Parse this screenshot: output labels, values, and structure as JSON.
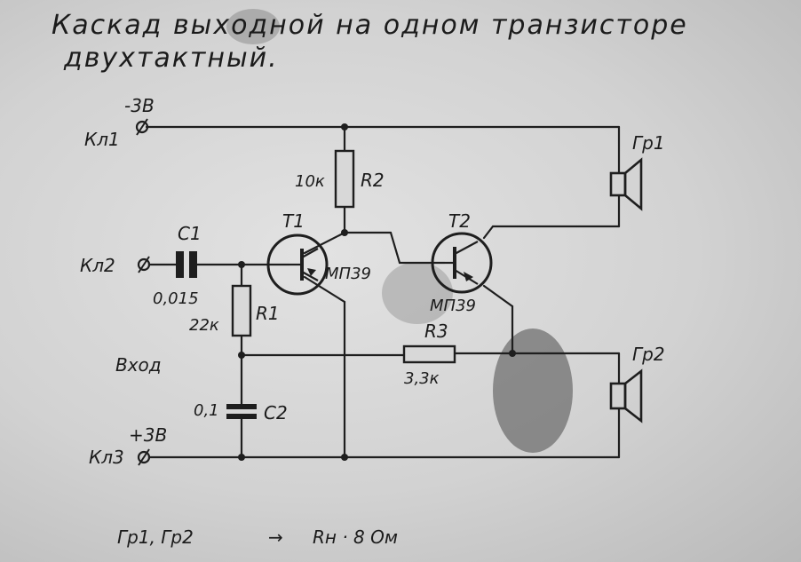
{
  "title": {
    "line1": "Каскад выходной на одном транзисторе",
    "line2": "двухтактный."
  },
  "terminals": {
    "kl1": "Кл1",
    "kl2": "Кл2",
    "kl3": "Кл3",
    "minus_supply": "-3В",
    "plus_supply": "+3В",
    "input": "Вход"
  },
  "components": {
    "r2_label": "R2",
    "r2_value": "10к",
    "r1_label": "R1",
    "r1_value": "22к",
    "r3_label": "R3",
    "r3_value": "3,3к",
    "c1_label": "C1",
    "c1_value": "0,015",
    "c2_label": "C2",
    "c2_value": "0,1",
    "t1_label": "T1",
    "t1_type": "МП39",
    "t2_label": "T2",
    "t2_type": "МП39",
    "gr1_label": "Гр1",
    "gr2_label": "Гр2"
  },
  "footnote": {
    "speakers": "Гр1, Гр2",
    "arrow": "→",
    "load": "Rн · 8 Ом"
  },
  "colors": {
    "ink": "#1e1e1e",
    "paper": "#d8d8d8"
  }
}
